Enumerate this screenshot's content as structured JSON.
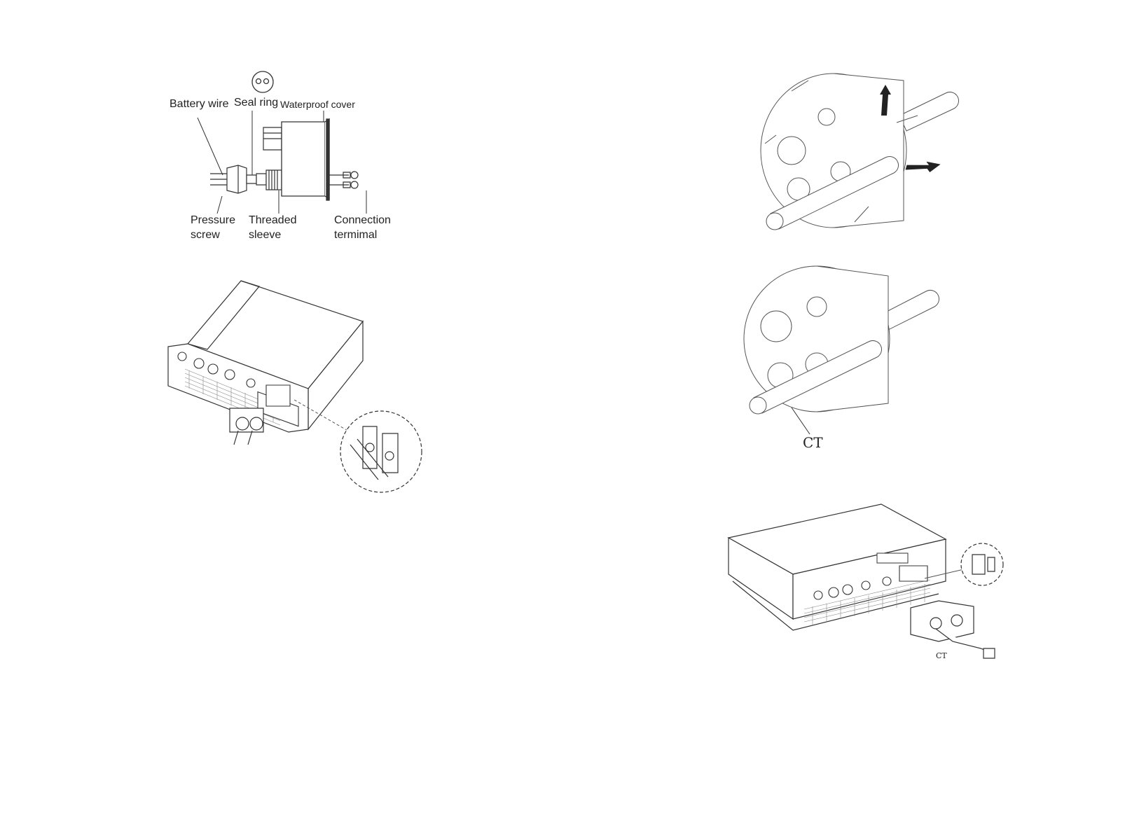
{
  "figure_cable_parts": {
    "labels": {
      "battery_wire": "Battery wire",
      "seal_ring": "Seal ring",
      "waterproof_cover": "Waterproof cover",
      "pressure_screw_line1": "Pressure",
      "pressure_screw_line2": "screw",
      "threaded_sleeve_line1": "Threaded",
      "threaded_sleeve_line2": "sleeve",
      "connection_terminal_line1": "Connection",
      "connection_terminal_line2": "termimal"
    }
  },
  "figure_ct_assembled": {
    "label": "CT"
  },
  "figure_inverter_ct": {
    "label": "CT"
  }
}
